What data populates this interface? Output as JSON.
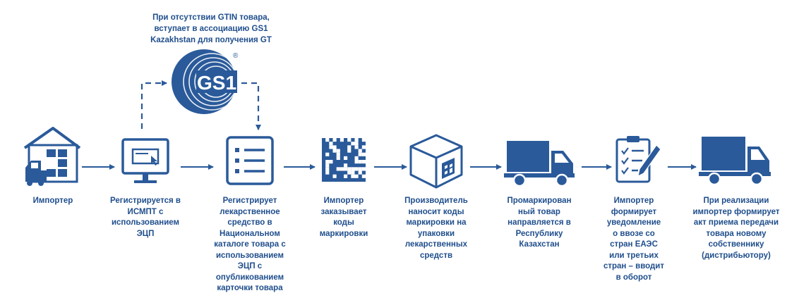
{
  "colors": {
    "primary": "#2a5a9a",
    "text": "#1f4e8c",
    "light": "#ffffff"
  },
  "gs1": {
    "note": "При отсутствии GTIN товара,\nвступает в ассоциацию GS1\nKazakhstan для получения GT",
    "logo_text": "GS1",
    "registered_mark": "®"
  },
  "steps": [
    {
      "icon": "warehouse-icon",
      "label": "Импортер"
    },
    {
      "icon": "monitor-icon",
      "label": "Регистрируется в\nИСМПТ с\nиспользованием\nЭЦП"
    },
    {
      "icon": "document-list-icon",
      "label": "Регистрирует\nлекарственное\nсредство в\nНациональном\nкаталоге товара с\nиспользованием\nЭЦП с\nопубликованием\nкарточки товара"
    },
    {
      "icon": "datamatrix-icon",
      "label": "Импортер\nзаказывает\nкоды\nмаркировки"
    },
    {
      "icon": "box-icon",
      "label": "Производитель\nнаносит коды\nмаркировки на\nупаковки\nлекарственных\nсредств"
    },
    {
      "icon": "truck-icon",
      "label": "Промаркирован\nный товар\nнаправляется в\nРеспублику\nКазахстан"
    },
    {
      "icon": "checklist-icon",
      "label": "Импортер\nформирует\nуведомление\nо ввозе со\nстран ЕАЭС\nили третьих\nстран – вводит\nв оборот"
    },
    {
      "icon": "truck-icon",
      "label": "При реализации\nимпортер формирует\nакт приема передачи\nтовара новому\nсобственнику\n(дистрибьютору)"
    }
  ]
}
